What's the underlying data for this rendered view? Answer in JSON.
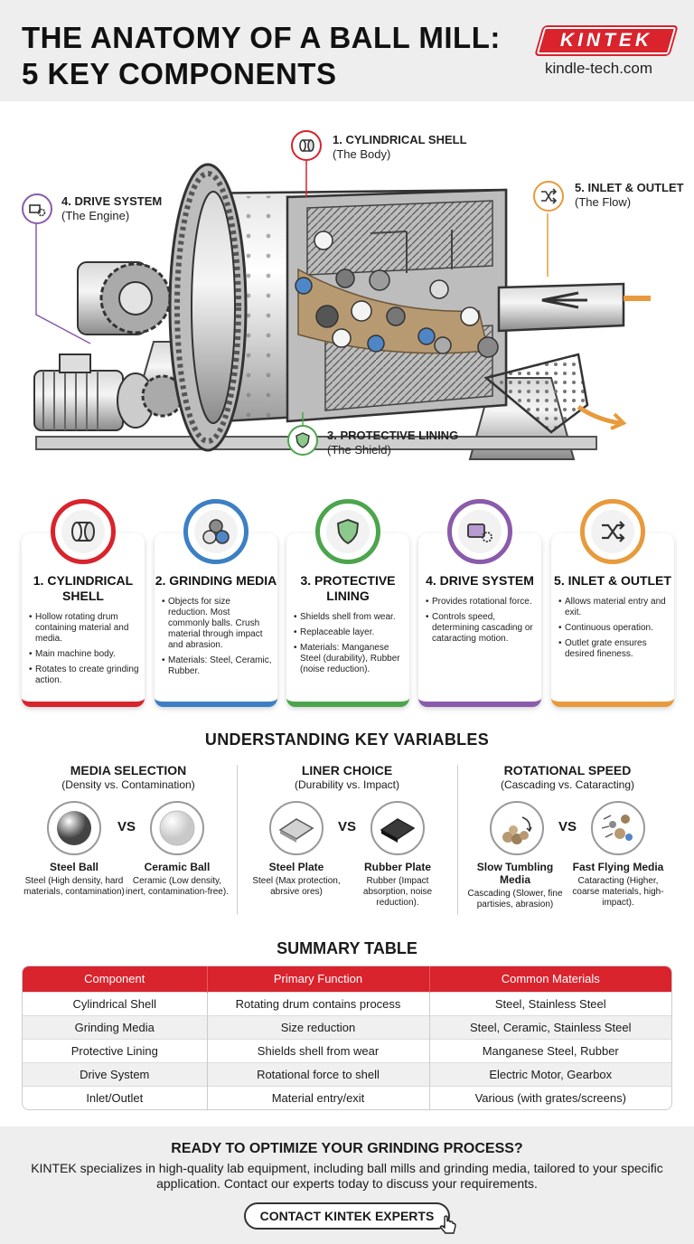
{
  "header": {
    "title_line1": "THE ANATOMY OF A BALL MILL:",
    "title_line2": "5 KEY COMPONENTS",
    "logo": "KINTEK",
    "site": "kindle-tech.com"
  },
  "callouts": [
    {
      "title": "1. CYLINDRICAL SHELL",
      "sub": "(The Body)",
      "icon": "cylinder-icon",
      "color": "#d9232d"
    },
    {
      "title": "4. DRIVE SYSTEM",
      "sub": "(The Engine)",
      "icon": "motor-icon",
      "color": "#8a5bab"
    },
    {
      "title": "5. INLET & OUTLET",
      "sub": "(The Flow)",
      "icon": "shuffle-icon",
      "color": "#e89a3c"
    },
    {
      "title": "3. PROTECTIVE LINING",
      "sub": "(The Shield)",
      "icon": "shield-icon",
      "color": "#4ca54c"
    }
  ],
  "cards": [
    {
      "title": "1. CYLINDRICAL SHELL",
      "color": "#d9232d",
      "icon": "cylinder-icon",
      "bullets": [
        "Hollow rotating drum containing material and media.",
        "Main machine body.",
        "Rotates to create grinding action."
      ]
    },
    {
      "title": "2. GRINDING MEDIA",
      "color": "#3d7fc4",
      "icon": "balls-icon",
      "bullets": [
        "Objects for size reduction. Most commonly balls. Crush material through impact and abrasion.",
        "Materials: Steel, Ceramic, Rubber."
      ]
    },
    {
      "title": "3. PROTECTIVE LINING",
      "color": "#4ca54c",
      "icon": "shield-icon",
      "bullets": [
        "Shields shell from wear.",
        "Replaceable layer.",
        "Materials: Manganese Steel (durability), Rubber (noise reduction)."
      ]
    },
    {
      "title": "4. DRIVE SYSTEM",
      "color": "#8a5bab",
      "icon": "motor-icon",
      "bullets": [
        "Provides rotational force.",
        "Controls speed, determining cascading or cataracting motion."
      ]
    },
    {
      "title": "5. INLET & OUTLET",
      "color": "#e89a3c",
      "icon": "shuffle-icon",
      "bullets": [
        "Allows material entry and exit.",
        "Continuous operation.",
        "Outlet grate ensures desired fineness."
      ]
    }
  ],
  "variables": {
    "title": "UNDERSTANDING KEY VARIABLES",
    "vs": "VS",
    "columns": [
      {
        "title": "MEDIA SELECTION",
        "sub": "(Density vs. Contamination)",
        "left": {
          "label": "Steel Ball",
          "desc": "Steel (High density, hard materials, contamination)"
        },
        "right": {
          "label": "Ceramic Ball",
          "desc": "Ceramic (Low density, inert, contamination-free)."
        }
      },
      {
        "title": "LINER CHOICE",
        "sub": "(Durability vs. Impact)",
        "left": {
          "label": "Steel Plate",
          "desc": "Steel (Max protection, abrsive ores)"
        },
        "right": {
          "label": "Rubber Plate",
          "desc": "Rubber (Impact absorption, noise reduction)."
        }
      },
      {
        "title": "ROTATIONAL SPEED",
        "sub": "(Cascading vs. Cataracting)",
        "left": {
          "label": "Slow Tumbling Media",
          "desc": "Cascading (Slower, fine partisies, abrasion)"
        },
        "right": {
          "label": "Fast Flying Media",
          "desc": "Cataracting (Higher, coarse materials, high-impact)."
        }
      }
    ]
  },
  "table": {
    "title": "SUMMARY TABLE",
    "headers": [
      "Component",
      "Primary Function",
      "Common Materials"
    ],
    "rows": [
      [
        "Cylindrical Shell",
        "Rotating drum contains process",
        "Steel, Stainless Steel"
      ],
      [
        "Grinding Media",
        "Size reduction",
        "Steel, Ceramic, Stainless Steel"
      ],
      [
        "Protective Lining",
        "Shields shell from wear",
        "Manganese Steel, Rubber"
      ],
      [
        "Drive System",
        "Rotational force to shell",
        "Electric Motor, Gearbox"
      ],
      [
        "Inlet/Outlet",
        "Material entry/exit",
        "Various (with grates/screens)"
      ]
    ]
  },
  "footer": {
    "title": "READY TO OPTIMIZE YOUR GRINDING PROCESS?",
    "text": "KINTEK specializes in high-quality lab equipment, including ball mills and grinding media, tailored to your specific application. Contact our experts today to discuss your requirements.",
    "button": "CONTACT KINTEK EXPERTS"
  }
}
